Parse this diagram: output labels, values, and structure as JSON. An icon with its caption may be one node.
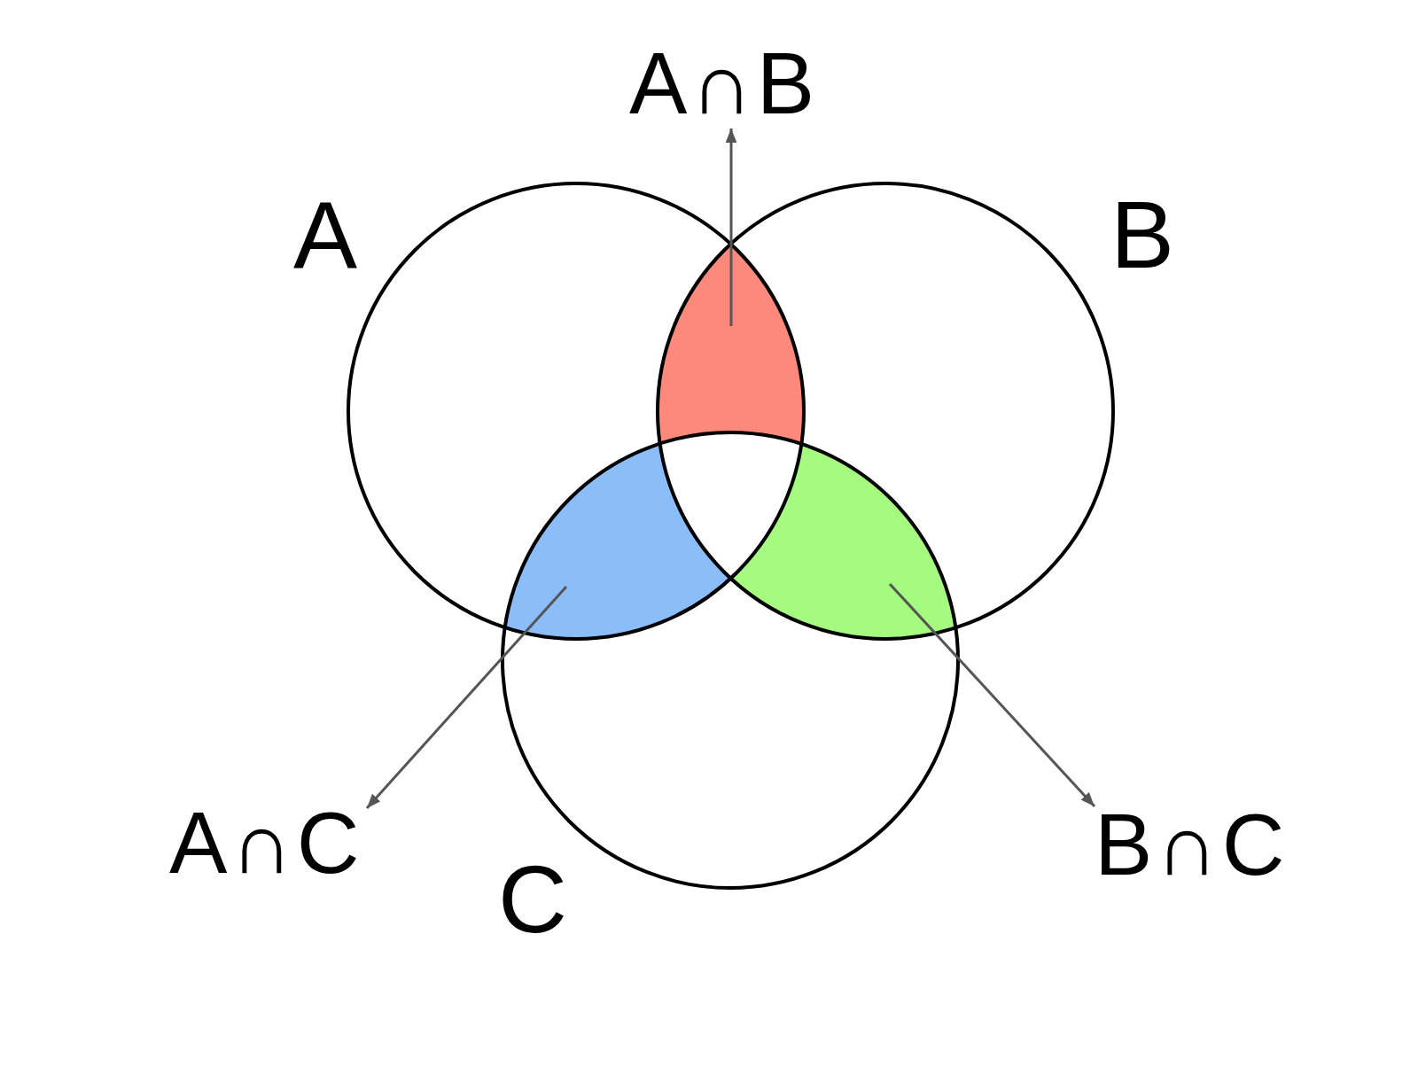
{
  "diagram": {
    "nodes": [
      {
        "text": [
          "A"
        ]
      },
      {
        "text": [
          "B"
        ]
      },
      {
        "text": [
          "C"
        ]
      },
      {
        "text": [],
        "shape": "lens"
      },
      {
        "text": [],
        "shape": "lens"
      },
      {
        "text": [],
        "shape": "lens"
      },
      {
        "text": [
          "A∩B"
        ]
      },
      {
        "text": [
          "A∩C"
        ]
      },
      {
        "text": [
          "B∩C"
        ]
      }
    ],
    "edges": [
      {
        "from": 3,
        "to": 6,
        "arrow": "to"
      },
      {
        "from": 4,
        "to": 7,
        "arrow": "to"
      },
      {
        "from": 5,
        "to": 8,
        "arrow": "to"
      }
    ]
  }
}
